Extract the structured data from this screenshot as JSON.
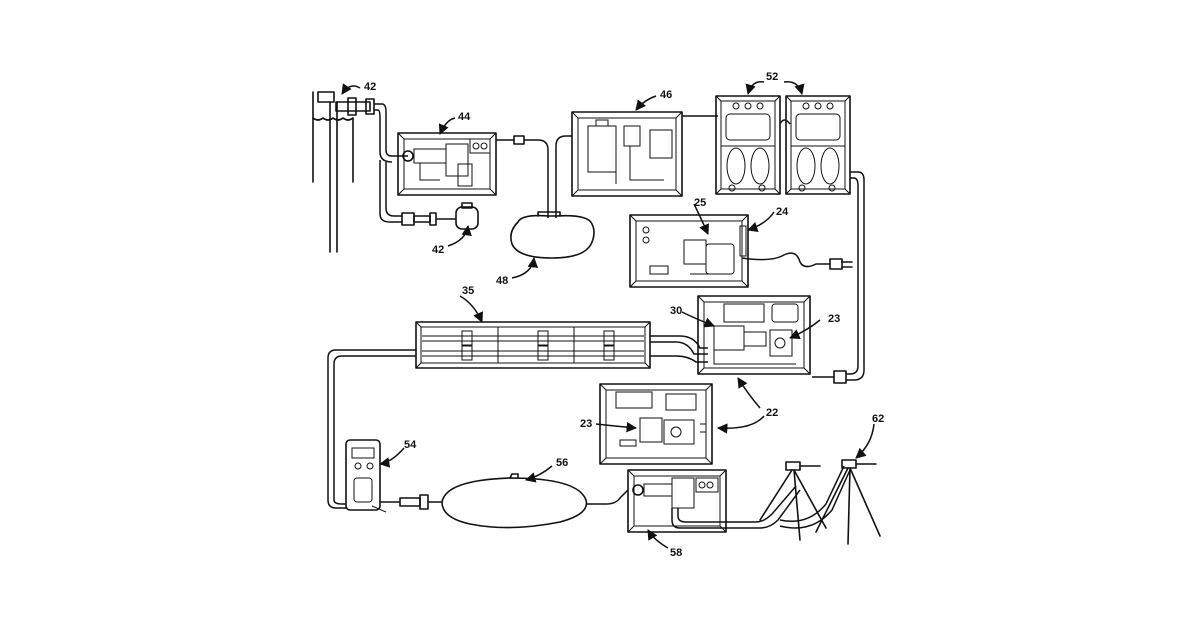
{
  "labels": {
    "well_cap": "42",
    "filter": "42",
    "prefilter_unit": "44",
    "bladder_tank_1": "48",
    "treatment_unit": "46",
    "storage_units": "52",
    "power_cord": "24",
    "generator": "25",
    "pump_unit_top": "30",
    "pump_unit_23a": "23",
    "manifold": "35",
    "pump_group": "22",
    "pump_unit_23b": "23",
    "dispenser": "54",
    "bladder_tank_2": "56",
    "distribution_unit": "58",
    "tripod_sprinkler": "62"
  }
}
